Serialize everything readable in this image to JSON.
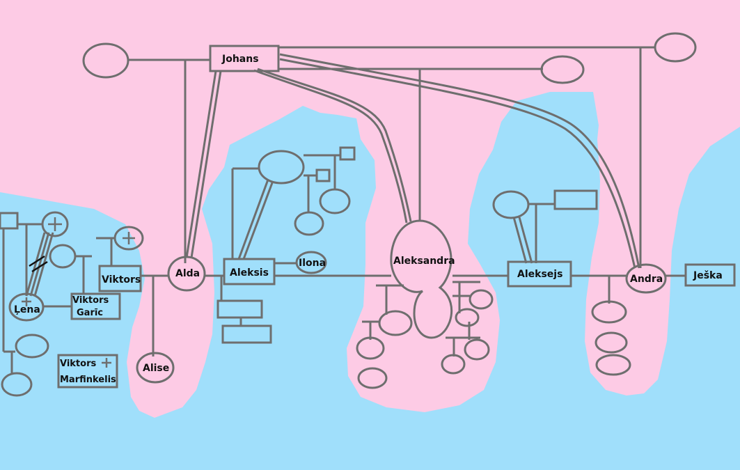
{
  "colors": {
    "background_blue": "#a0dffb",
    "region_pink": "#fdcbe5",
    "line": "#6e6e6e",
    "text": "#111111"
  },
  "people": {
    "johans": "Johans",
    "alda": "Alda",
    "viktors": "Viktors",
    "aleksis": "Aleksis",
    "ilona": "Ilona",
    "aleksandra": "Aleksandra",
    "aleksejs": "Aleksejs",
    "andra": "Andra",
    "jeska": "Ješka",
    "alise": "Alise",
    "lena": "Ļena",
    "viktors_garic_line1": "Viktors",
    "viktors_garic_line2": "Garīc",
    "viktors_marfinkelis_line1": "Viktors",
    "viktors_marfinkelis_line2": "Marfinkelis"
  },
  "icons": [
    "deceased-cross-icon",
    "divorce-slash-icon"
  ]
}
